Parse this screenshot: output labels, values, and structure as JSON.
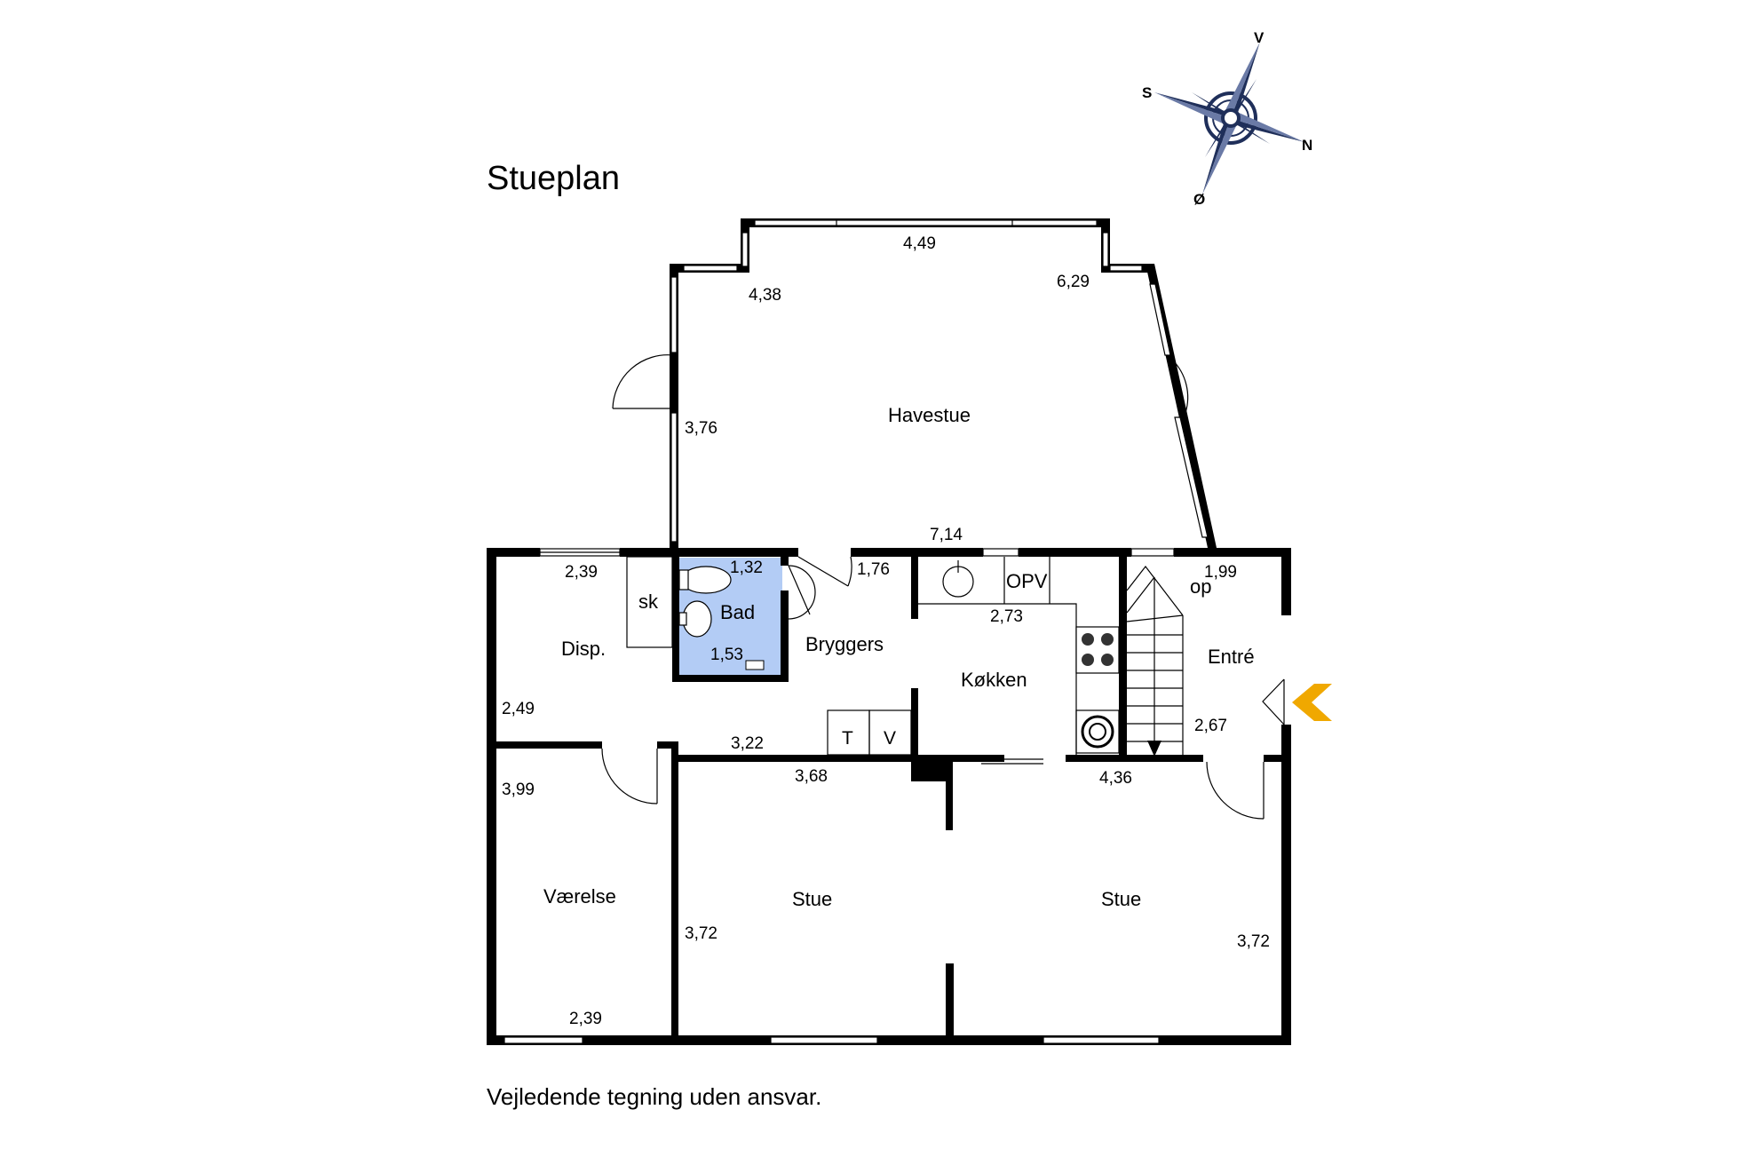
{
  "title": "Stueplan",
  "disclaimer": "Vejledende tegning uden ansvar.",
  "compass": {
    "north": "N",
    "south": "S",
    "east": "Ø",
    "west": "V",
    "color": "#1f2f5a"
  },
  "entrance_marker_color": "#f0a800",
  "bath_color": "#b3ccf5",
  "rooms": {
    "havestue": "Havestue",
    "disp": "Disp.",
    "sk": "sk",
    "bad": "Bad",
    "bryggers": "Bryggers",
    "koekken": "Køkken",
    "opv": "OPV",
    "entre": "Entré",
    "op": "op",
    "vaerelse": "Værelse",
    "stue_left": "Stue",
    "stue_right": "Stue",
    "t": "T",
    "v": "V"
  },
  "dimensions": {
    "havestue_top": "4,49",
    "havestue_left_upper": "4,38",
    "havestue_right_upper": "6,29",
    "havestue_left": "3,76",
    "havestue_bottom": "7,14",
    "disp_top": "2,39",
    "bad_top": "1,32",
    "bryggers_top": "1,76",
    "entre_top": "1,99",
    "koekken_counter": "2,73",
    "bad_bottom": "1,53",
    "disp_left": "2,49",
    "bryggers_bottom": "3,22",
    "entre_stairs": "2,67",
    "stue_left_top": "3,68",
    "stue_right_top": "4,36",
    "vaerelse_left": "3,99",
    "stue_left_side": "3,72",
    "stue_right_side": "3,72",
    "vaerelse_bottom": "2,39"
  }
}
